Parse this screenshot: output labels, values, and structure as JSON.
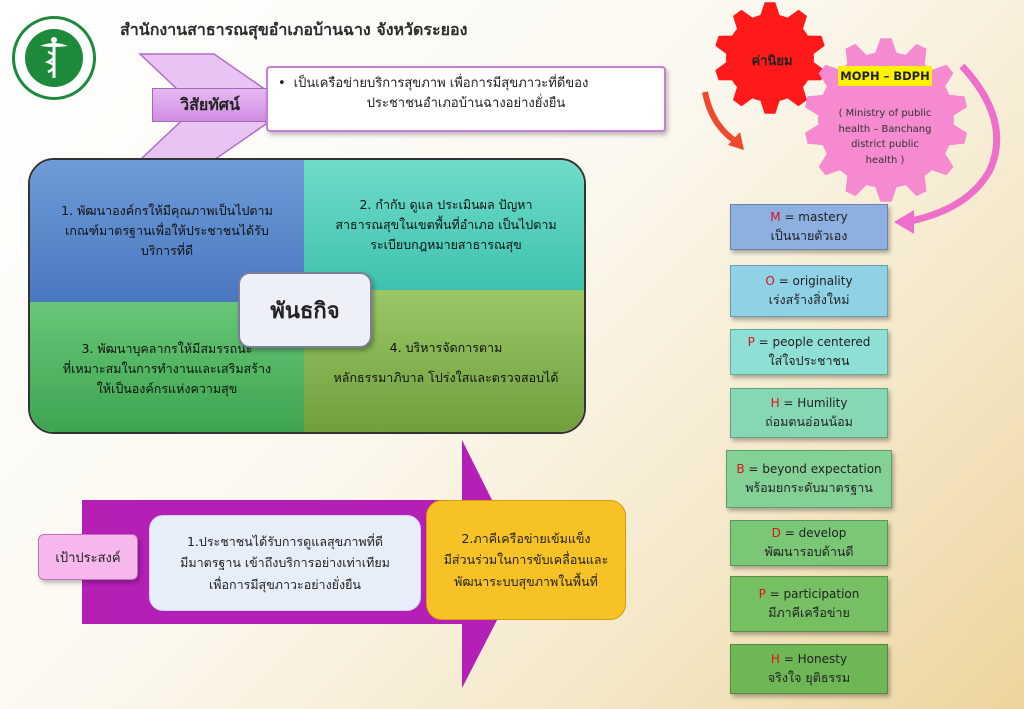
{
  "header": {
    "title": "สำนักงานสาธารณสุขอำเภอบ้านฉาง จังหวัดระยอง"
  },
  "vision": {
    "label": "วิสัยทัศน์",
    "line1": "เป็นเครือข่ายบริการสุขภาพ   เพื่อการมีสุขภาวะที่ดีของ",
    "line2": "ประชาชนอำเภอบ้านฉางอย่างยั่งยืน"
  },
  "mission": {
    "label": "พันธกิจ",
    "items": [
      {
        "lines": [
          "1. พัฒนาองค์กรให้มีคุณภาพเป็นไปตาม",
          "เกณฑ์มาตรฐานเพื่อให้ประชาชนได้รับ",
          "บริการที่ดี"
        ]
      },
      {
        "lines": [
          "2. กำกับ ดูแล ประเมินผล ปัญหา",
          "สาธารณสุขในเขตพื้นที่อำเภอ เป็นไปตาม",
          "ระเบียบกฎหมายสาธารณสุข"
        ]
      },
      {
        "lines": [
          "3. พัฒนาบุคลากรให้มีสมรรถนะ",
          "ที่เหมาะสมในการทำงานและเสริมสร้าง",
          "ให้เป็นองค์กรแห่งความสุข"
        ]
      },
      {
        "lines": [
          "4. บริหารจัดการตาม",
          "หลักธรรมาภิบาล  โปร่งใสและตรวจสอบได้"
        ]
      }
    ]
  },
  "goals": {
    "label": "เป้าประสงค์",
    "items": [
      {
        "lines": [
          "1.ประชาชนได้รับการดูแลสุขภาพที่ดี",
          "มีมาตรฐาน เข้าถึงบริการอย่างเท่าเทียม",
          "เพื่อการมีสุขภาวะอย่างยั่งยืน"
        ]
      },
      {
        "lines": [
          "2.ภาคีเครือข่ายเข้มแข็ง",
          "มีส่วนร่วมในการขับเคลื่อนและ",
          "พัฒนาระบบสุขภาพในพื้นที่"
        ]
      }
    ]
  },
  "core_values": {
    "label": "ค่านิยม",
    "acronym": "MOPH – BDPH",
    "acronym_desc": [
      "( Ministry of public",
      "health – Banchang",
      "district public",
      "health )"
    ],
    "items": [
      {
        "letter": "M",
        "rest": " = mastery",
        "thai": "เป็นนายตัวเอง",
        "color": "#8db0e0"
      },
      {
        "letter": "O",
        "rest": " = originality",
        "thai": "เร่งสร้างสิ่งใหม่",
        "color": "#8fd2e6"
      },
      {
        "letter": "P",
        "rest": " = people centered",
        "thai": "ใส่ใจประชาชน",
        "color": "#8fe0d4"
      },
      {
        "letter": "H",
        "rest": " = Humility",
        "thai": "ถ่อมตนอ่อนน้อม",
        "color": "#86d7b4"
      },
      {
        "letter": "B",
        "rest": " = beyond expectation",
        "thai": "พร้อมยกระดับมาตรฐาน",
        "color": "#84d196"
      },
      {
        "letter": "D",
        "rest": " = develop",
        "thai": "พัฒนารอบด้านดี",
        "color": "#79c777"
      },
      {
        "letter": "P",
        "rest": " = participation",
        "thai": "มีภาคีเครือข่าย",
        "color": "#76c063"
      },
      {
        "letter": "H",
        "rest": " = Honesty",
        "thai": "จริงใจ ยุติธรรม",
        "color": "#6fb655"
      }
    ]
  },
  "colors": {
    "gear_red": "#ff1a1a",
    "gear_pink": "#f58ad0",
    "arrow_purple": "#b41fb5",
    "goal_yellow": "#f7c226"
  }
}
